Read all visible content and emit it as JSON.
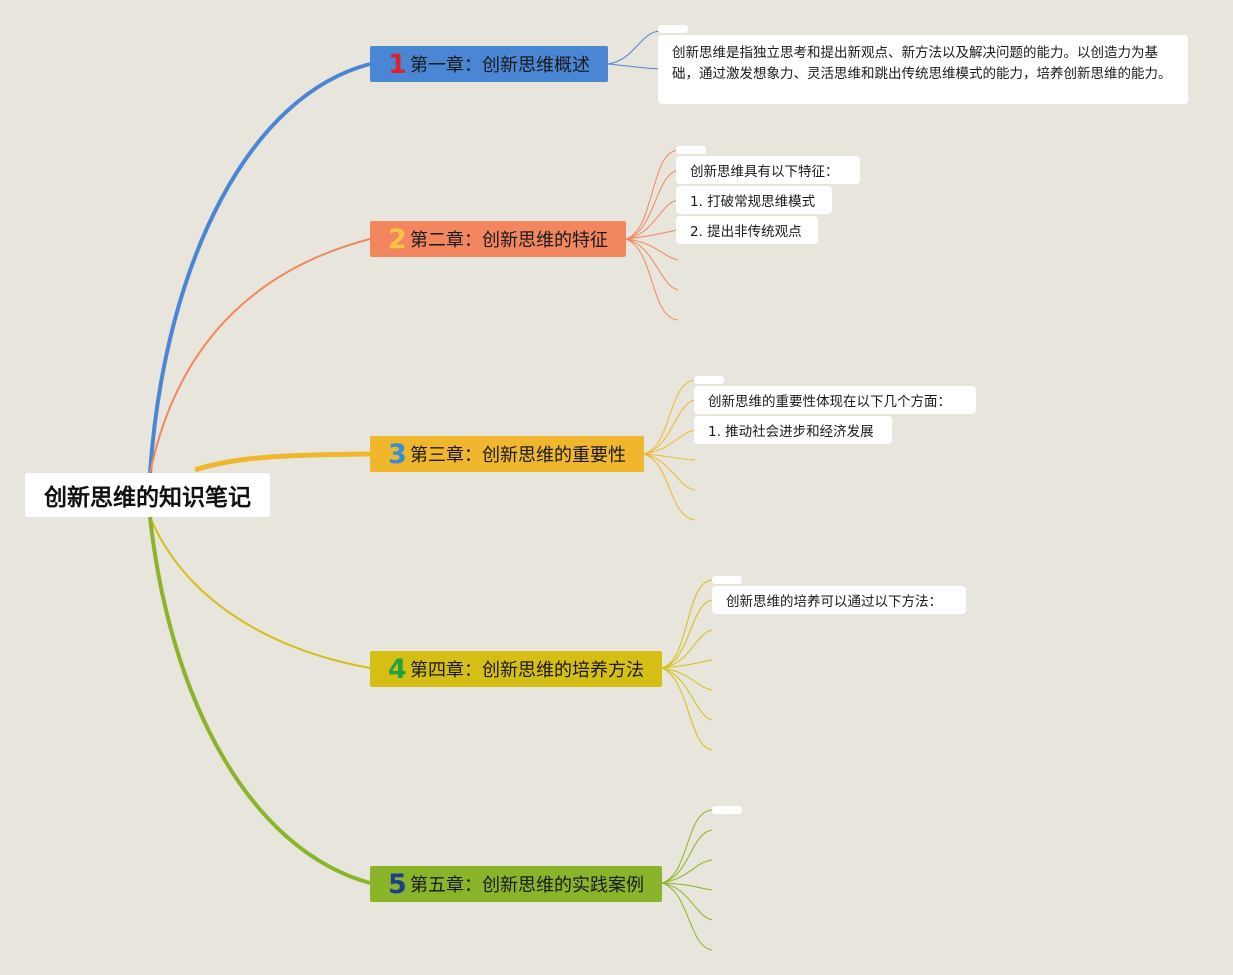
{
  "root": {
    "title": "创新思维的知识笔记"
  },
  "chapters": [
    {
      "num": "1",
      "label": "第一章：创新思维概述",
      "color": "#4a86d4",
      "num_color": "#d9242b"
    },
    {
      "num": "2",
      "label": "第二章：创新思维的特征",
      "color": "#f2875f",
      "num_color": "#f5c542"
    },
    {
      "num": "3",
      "label": "第三章：创新思维的重要性",
      "color": "#f0b72e",
      "num_color": "#2f8fd8"
    },
    {
      "num": "4",
      "label": "第四章：创新思维的培养方法",
      "color": "#d5bf15",
      "num_color": "#23a33b"
    },
    {
      "num": "5",
      "label": "第五章：创新思维的实践案例",
      "color": "#8ab52a",
      "num_color": "#1c3f8f"
    }
  ],
  "notes": {
    "ch1": [
      "创新思维是指独立思考和提出新观点、新方法以及解决问题的能力。以创造力为基础，通过激发想象力、灵活思维和跳出传统思维模式的能力，培养创新思维的能力。"
    ],
    "ch2": [
      "创新思维具有以下特征：",
      "1. 打破常规思维模式",
      "2. 提出非传统观点"
    ],
    "ch3": [
      "创新思维的重要性体现在以下几个方面：",
      "1. 推动社会进步和经济发展"
    ],
    "ch4": [
      "创新思维的培养可以通过以下方法："
    ]
  },
  "colors": {
    "background": "#e8e5dd",
    "branch1": "#4a86d4",
    "branch2": "#f2875f",
    "branch3": "#f0b72e",
    "branch4": "#d5bf15",
    "branch5": "#8ab52a"
  }
}
